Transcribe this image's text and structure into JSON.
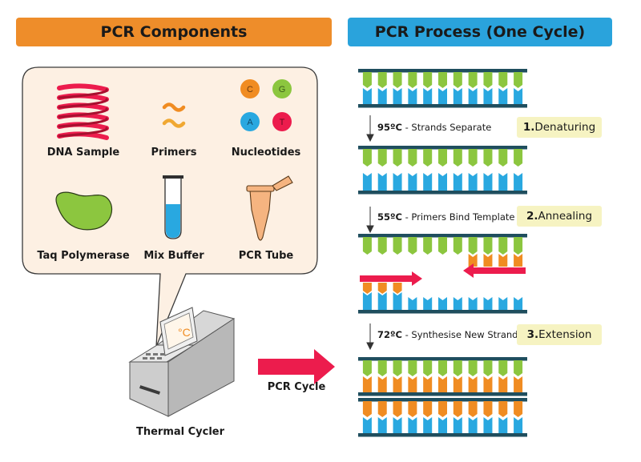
{
  "left_panel": {
    "title": "PCR Components",
    "components": [
      {
        "label": "DNA Sample",
        "icon": "dna-helix-icon"
      },
      {
        "label": "Primers",
        "icon": "primers-icon"
      },
      {
        "label": "Nucleotides",
        "icon": "nucleotides-icon",
        "bases": [
          "C",
          "G",
          "A",
          "T"
        ]
      },
      {
        "label": "Taq Polymerase",
        "icon": "polymerase-icon"
      },
      {
        "label": "Mix Buffer",
        "icon": "test-tube-icon"
      },
      {
        "label": "PCR Tube",
        "icon": "pcr-tube-icon"
      }
    ],
    "machine": {
      "label": "Thermal Cycler",
      "display": "°C"
    }
  },
  "arrow_label": "PCR Cycle",
  "right_panel": {
    "title": "PCR Process (One Cycle)",
    "steps": [
      {
        "temp": "95ºC",
        "desc": " - Strands Separate",
        "num": "1.",
        "name": " Denaturing"
      },
      {
        "temp": "55ºC",
        "desc": " - Primers Bind Template",
        "num": "2.",
        "name": " Annealing"
      },
      {
        "temp": "72ºC",
        "desc": " - Synthesise New Strand",
        "num": "3.",
        "name": " Extension"
      }
    ]
  },
  "colors": {
    "orange_header": "#ee8d2a",
    "blue_header": "#2aa3dc",
    "panel_fill": "#fdf0e3",
    "green_base": "#8cc63f",
    "blue_base": "#29a8e0",
    "orange_base": "#f08c22",
    "backbone": "#1f4e5e",
    "red_arrow": "#ec1c4d",
    "tag_fill": "#f6f3c2"
  }
}
